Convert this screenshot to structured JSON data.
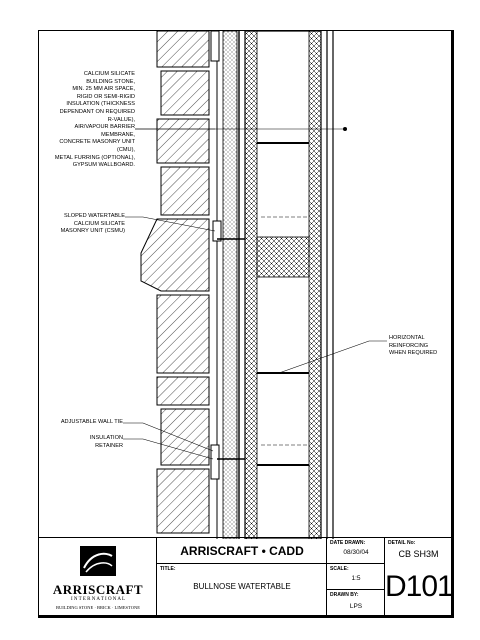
{
  "notes": {
    "materials": "CALCIUM SILICATE\nBUILDING STONE,\nMIN. 25 MM AIR SPACE,\nRIGID OR SEMI-RIGID\nINSULATION (THICKNESS\nDEPENDANT ON REQUIRED\nR-VALUE),\nAIR/VAPOUR BARRIER\nMEMBRANE,\nCONCRETE MASONRY UNIT (CMU),\nMETAL FURRING (OPTIONAL),\nGYPSUM WALLBOARD.",
    "watertable": "SLOPED WATERTABLE\nCALCIUM SILICATE\nMASONRY UNIT (CSMU)",
    "reinforcing": "HORIZONTAL\nREINFORCING\nWHEN REQUIRED",
    "wall_tie": "ADJUSTABLE WALL TIE",
    "retainer": "INSULATION\nRETAINER"
  },
  "title_block": {
    "brand": "ARRISCRAFT • CADD",
    "logo_name": "ARRISCRAFT",
    "logo_sub": "I N T E R N A T I O N A L",
    "logo_tag": "BUILDING STONE · BRICK · LIMESTONE",
    "title_label": "TITLE:",
    "title": "BULLNOSE WATERTABLE",
    "date_label": "DATE DRAWN:",
    "date": "08/30/04",
    "scale_label": "SCALE:",
    "scale": "1:5",
    "drawn_label": "DRAWN BY:",
    "drawn_by": "LPS",
    "detail_label": "DETAIL No:",
    "detail_code": "CB SH3M",
    "detail_number": "D101"
  }
}
